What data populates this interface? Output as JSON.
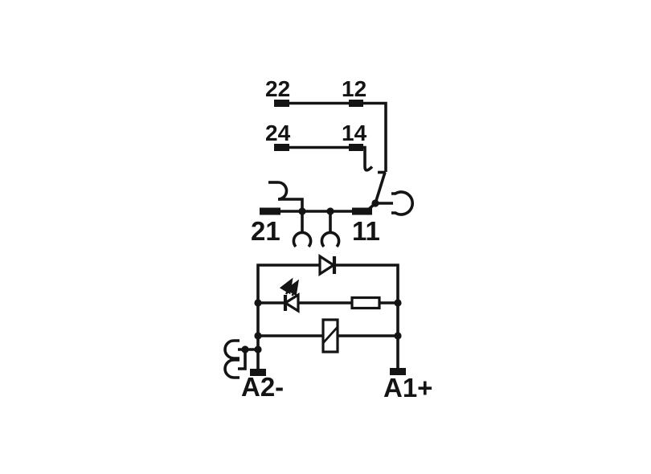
{
  "colors": {
    "background": "#ffffff",
    "line": "#141414"
  },
  "diagram": {
    "contact_section": {
      "terminals": {
        "t22": "22",
        "t12": "12",
        "t24": "24",
        "t14": "14",
        "t21": "21",
        "t11": "11"
      },
      "symbols": [
        "changeover-contact",
        "nc-contact-tip",
        "no-contact-hook",
        "plug-in-connection-arc"
      ]
    },
    "coil_section": {
      "terminals": {
        "a2": "A2-",
        "a1": "A1+"
      },
      "symbols": [
        "freewheeling-diode",
        "led-indicator",
        "series-resistor",
        "relay-coil",
        "plug-in-connection-arc"
      ]
    }
  }
}
